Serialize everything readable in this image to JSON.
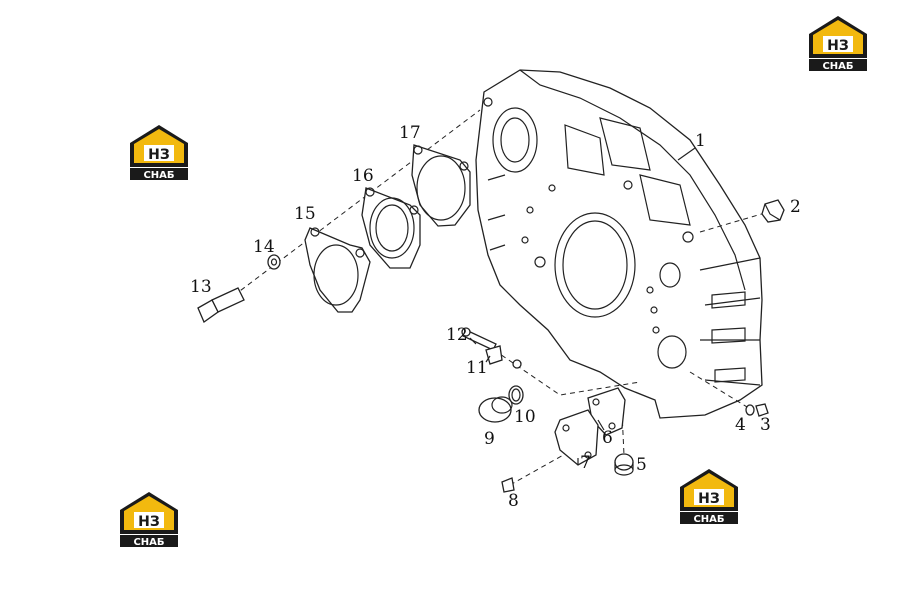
{
  "logo": {
    "top": "НЗ",
    "bottom": "СНАБ",
    "colors": {
      "yellow": "#f2b90f",
      "black": "#1a1a1a",
      "white": "#ffffff"
    }
  },
  "callouts": [
    "1",
    "2",
    "3",
    "4",
    "5",
    "6",
    "7",
    "8",
    "9",
    "10",
    "11",
    "12",
    "13",
    "14",
    "15",
    "16",
    "17"
  ]
}
